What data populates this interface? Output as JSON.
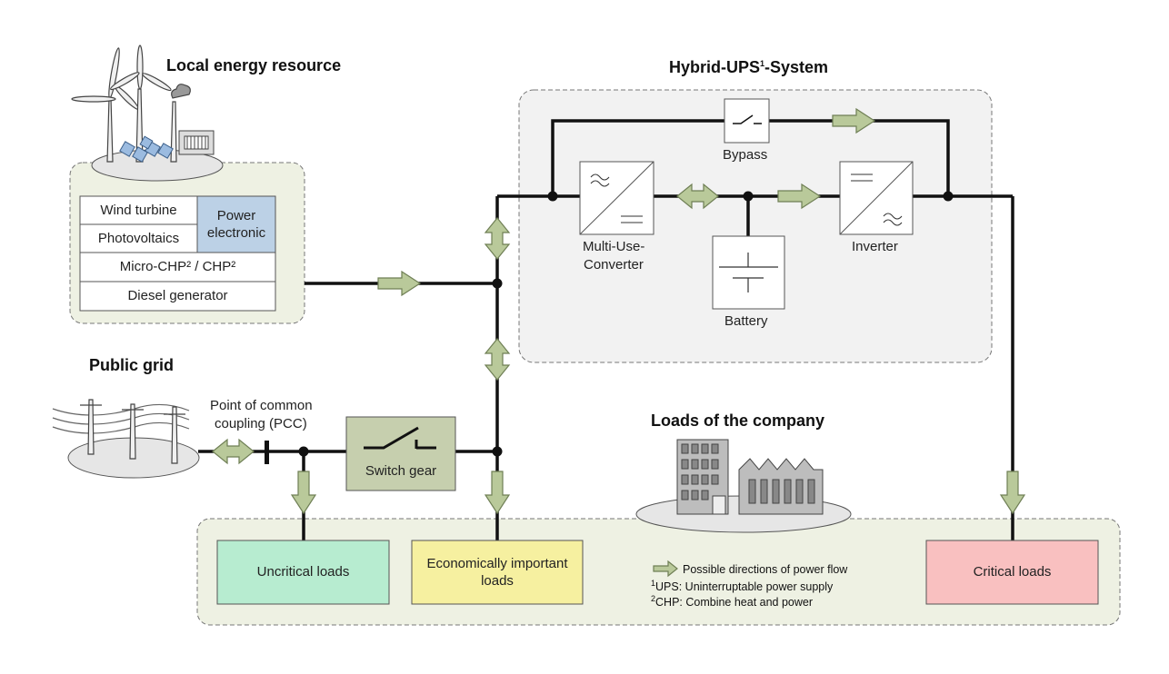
{
  "titles": {
    "local": "Local energy resource",
    "hups_pre": "Hybrid-UPS",
    "hups_sup": "1",
    "hups_post": "-System",
    "public_grid": "Public grid",
    "loads": "Loads of the company"
  },
  "local_resource": {
    "wind": "Wind turbine",
    "pv": "Photovoltaics",
    "chp": "Micro-CHP² / CHP²",
    "diesel": "Diesel generator",
    "power_electronic": "Power electronic"
  },
  "components": {
    "bypass": "Bypass",
    "muc_line1": "Multi-Use-",
    "muc_line2": "Converter",
    "inverter": "Inverter",
    "battery": "Battery",
    "switch_gear": "Switch gear",
    "pcc_line1": "Point of common",
    "pcc_line2": "coupling (PCC)"
  },
  "loads": {
    "uncritical": "Uncritical loads",
    "economic": "Economically important loads",
    "critical": "Critical loads"
  },
  "legend": {
    "flow": "Possible directions of power flow",
    "ups_num": "1",
    "ups": "UPS: Uninterruptable power supply",
    "chp_num": "2",
    "chp": "CHP: Combine heat and power"
  },
  "colors": {
    "arrow_fill": "#b9c99a",
    "arrow_stroke": "#6f7f55",
    "group_green_bg": "#eef1e3",
    "group_grey_bg": "#f2f2f2",
    "uncritical": "#b7ecd0",
    "economic": "#f6f0a0",
    "critical": "#f9c0c0",
    "power_electronic": "#bcd1e6",
    "switch_gear": "#c6cfae"
  }
}
